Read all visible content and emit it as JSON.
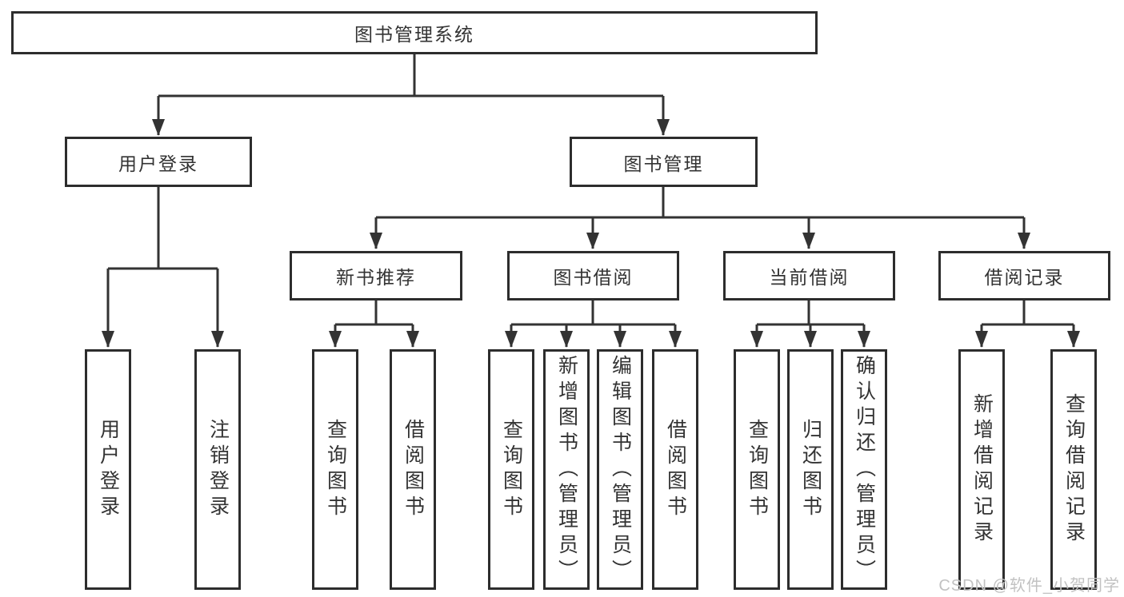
{
  "diagram": {
    "root": "图书管理系统",
    "branches": [
      {
        "label": "用户登录",
        "children": [
          "用户登录",
          "注销登录"
        ]
      },
      {
        "label": "图书管理",
        "sections": [
          {
            "label": "新书推荐",
            "children": [
              "查询图书",
              "借阅图书"
            ]
          },
          {
            "label": "图书借阅",
            "children": [
              "查询图书",
              "新增图书（管理员）",
              "编辑图书（管理员）",
              "借阅图书"
            ]
          },
          {
            "label": "当前借阅",
            "children": [
              "查询图书",
              "归还图书",
              "确认归还（管理员）"
            ]
          },
          {
            "label": "借阅记录",
            "children": [
              "新增借阅记录",
              "查询借阅记录"
            ]
          }
        ]
      }
    ]
  },
  "watermark": "CSDN @软件_小贺同学",
  "colors": {
    "line": "#333333",
    "box_border": "#2d2d2d",
    "box_background": "#ffffff",
    "text": "#333333",
    "watermark": "#c2c2c2"
  }
}
